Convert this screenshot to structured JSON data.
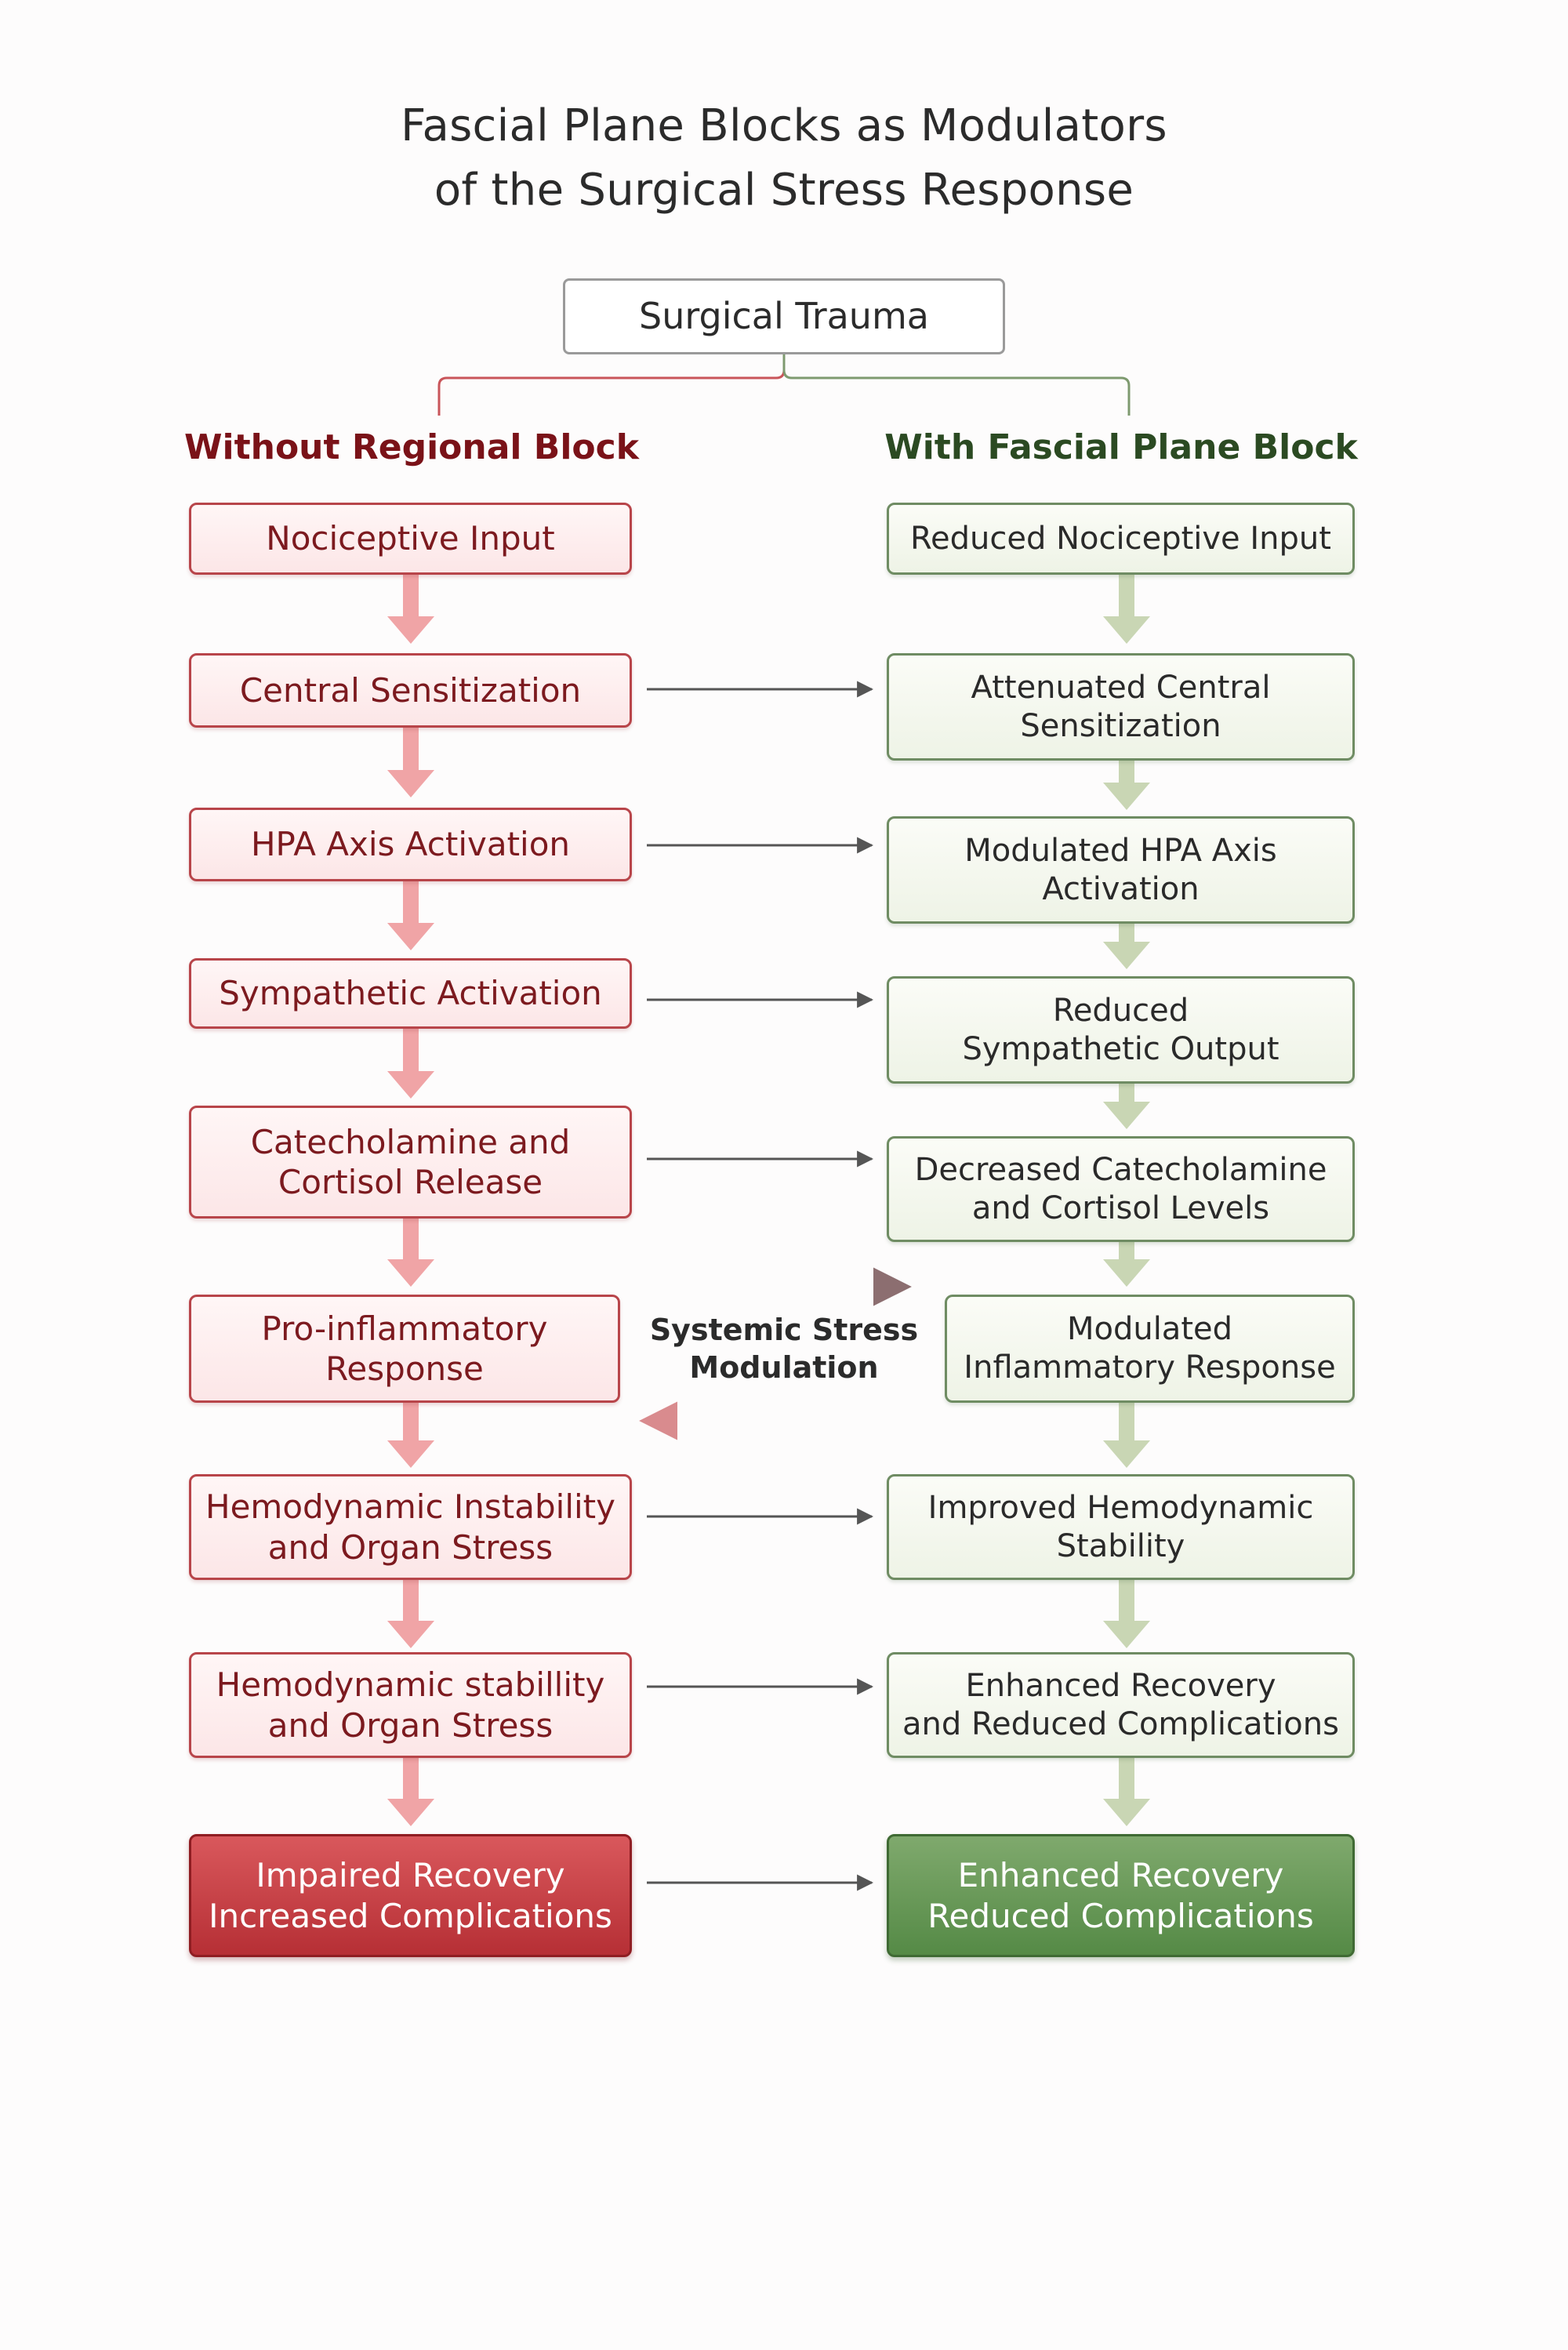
{
  "title": {
    "line1": "Fascial Plane Blocks as Modulators",
    "line2": "of the Surgical Stress Response"
  },
  "root": {
    "label": "Surgical Trauma"
  },
  "left": {
    "heading": "Without Regional Block",
    "heading_color": "#7a1218",
    "items": [
      "Nociceptive Input",
      "Central Sensitization",
      "HPA Axis Activation",
      "Sympathetic Activation",
      "Catecholamine and\nCortisol Release",
      "Pro-inflammatory\nResponse",
      "Hemodynamic Instability\nand Organ Stress",
      "Hemodynamic stabillity\nand Organ Stress",
      "Impaired Recovery\nIncreased Complications"
    ]
  },
  "right": {
    "heading": "With Fascial Plane Block",
    "heading_color": "#2b4a22",
    "items": [
      "Reduced Nociceptive Input",
      "Attenuated Central\nSensitization",
      "Modulated HPA Axis\nActivation",
      "Reduced\nSympathetic Output",
      "Decreased Catecholamine\nand Cortisol Levels",
      "Modulated\nInflammatory Response",
      "Improved Hemodynamic\nStability",
      "Enhanced Recovery\nand Reduced Complications",
      "Enhanced Recovery\nReduced Complications"
    ]
  },
  "center": {
    "label": "Systemic Stress\nModulation"
  },
  "colors": {
    "red_border": "#b8454a",
    "green_border": "#6f8c63",
    "red_arrow": "#f0a4a6",
    "green_arrow": "#c9d6b4",
    "connector": "#555555"
  }
}
